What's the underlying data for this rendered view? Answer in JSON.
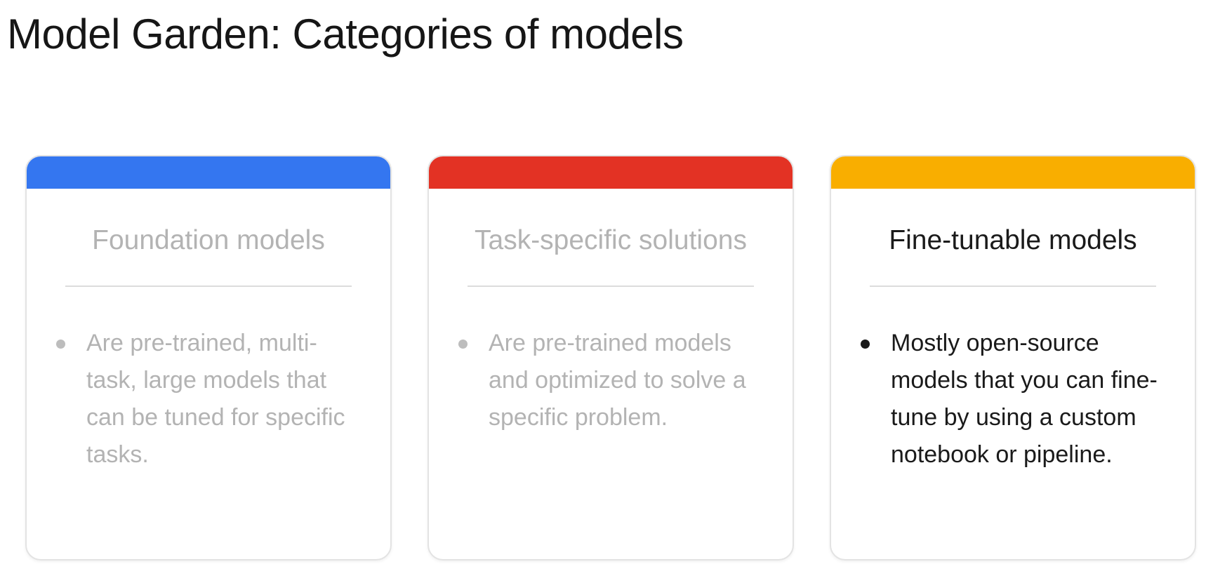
{
  "title": "Model Garden: Categories of models",
  "cards": [
    {
      "heading": "Foundation models",
      "bar_color": "#3476F0",
      "bullet": "Are pre-trained, multi-task, large models that can be tuned for specific tasks."
    },
    {
      "heading": "Task-specific solutions",
      "bar_color": "#E33224",
      "bullet": "Are pre-trained models and optimized to solve a specific problem."
    },
    {
      "heading": "Fine-tunable models",
      "bar_color": "#F9AE00",
      "bullet": "Mostly open-source models that you can fine-tune by using a custom notebook or pipeline."
    }
  ]
}
